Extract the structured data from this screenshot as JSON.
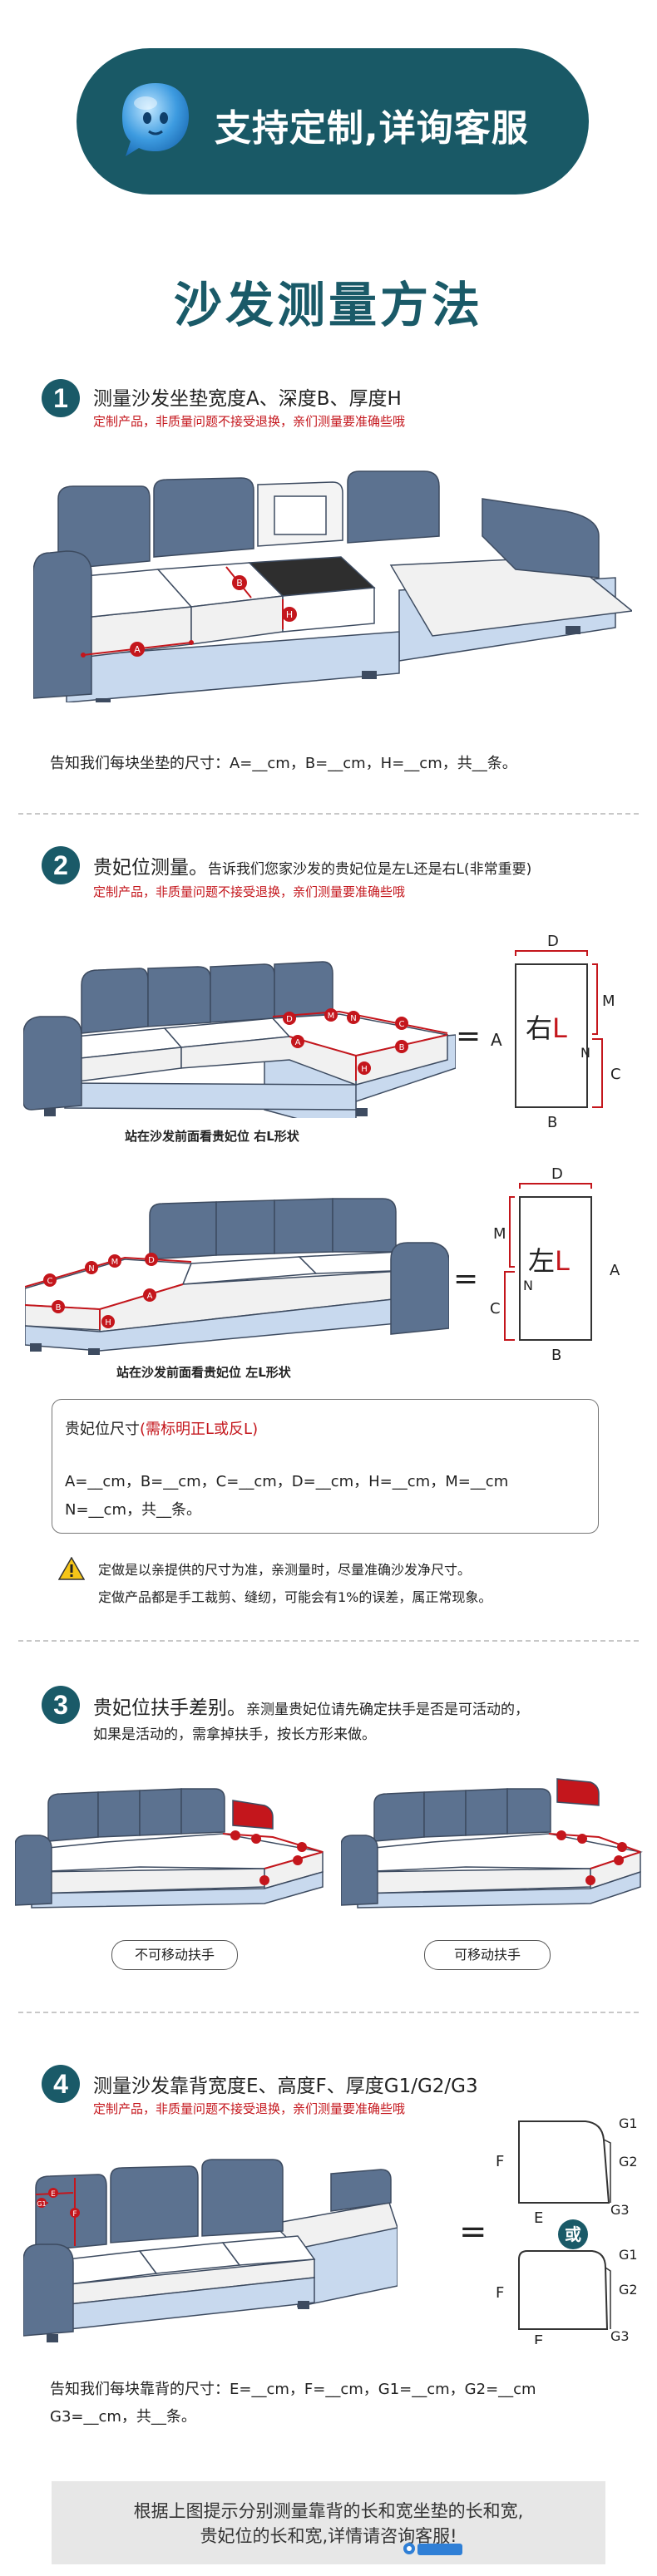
{
  "banner": {
    "text": "支持定制,详询客服"
  },
  "page_title": "沙发测量方法",
  "sections": [
    {
      "number": "1",
      "title": "测量沙发坐垫宽度A、深度B、厚度H",
      "note": "定制产品，非质量问题不接受退换，亲们测量要准确些哦",
      "instruction": "告知我们每块坐垫的尺寸：A=__cm，B=__cm，H=__cm，共__条。",
      "labels": {
        "a": "A",
        "b": "B",
        "h": "H"
      }
    },
    {
      "number": "2",
      "title": "贵妃位测量。",
      "title_small": "告诉我们您家沙发的贵妃位是左L还是右L(非常重要)",
      "note": "定制产品，非质量问题不接受退换，亲们测量要准确些哦",
      "caption_right": "站在沙发前面看贵妃位 右L形状",
      "caption_left": "站在沙发前面看贵妃位 左L形状",
      "right_shape": {
        "equals": "=",
        "side_label": "A",
        "main": "右",
        "main_l": "L",
        "d": "D",
        "m": "M",
        "n": "N",
        "c": "C",
        "b": "B"
      },
      "left_shape": {
        "equals": "=",
        "side_label": "A",
        "main": "左",
        "main_l": "L",
        "d": "D",
        "m": "M",
        "n": "N",
        "c": "C",
        "b": "B"
      },
      "box_title": "贵妃位尺寸",
      "box_title_red": "(需标明正L或反L)",
      "box_line1": "A=__cm，B=__cm，C=__cm，D=__cm，H=__cm，M=__cm",
      "box_line2": "N=__cm，共__条。",
      "tip_line1": "定做是以亲提供的尺寸为准，亲测量时，尽量准确沙发净尺寸。",
      "tip_line2": "定做产品都是手工裁剪、缝纫，可能会有1%的误差，属正常现象。"
    },
    {
      "number": "3",
      "title": "贵妃位扶手差别。",
      "title_small": "亲测量贵妃位请先确定扶手是否是可活动的，",
      "title_small2": "如果是活动的，需拿掉扶手，按长方形来做。",
      "btn_fixed": "不可移动扶手",
      "btn_movable": "可移动扶手"
    },
    {
      "number": "4",
      "title": "测量沙发靠背宽度E、高度F、厚度G1/G2/G3",
      "note": "定制产品，非质量问题不接受退换，亲们测量要准确些哦",
      "equals": "=",
      "or_text": "或",
      "labels": {
        "e": "E",
        "f": "F",
        "g1": "G1",
        "g2": "G2",
        "g3": "G3"
      },
      "instruction1": "告知我们每块靠背的尺寸：E=__cm，F=__cm，G1=__cm，G2=__cm",
      "instruction2": "G3=__cm，共__条。"
    }
  ],
  "footer": {
    "line1": "根据上图提示分别测量靠背的长和宽坐垫的长和宽,",
    "line2": "贵妃位的长和宽,详情请咨询客服!"
  },
  "colors": {
    "teal": "#195966",
    "sofa_blue": "#5c7290",
    "seat_light": "#f1f1f1",
    "base_blue": "#c8d9ee",
    "measure_red": "#c4161c"
  }
}
